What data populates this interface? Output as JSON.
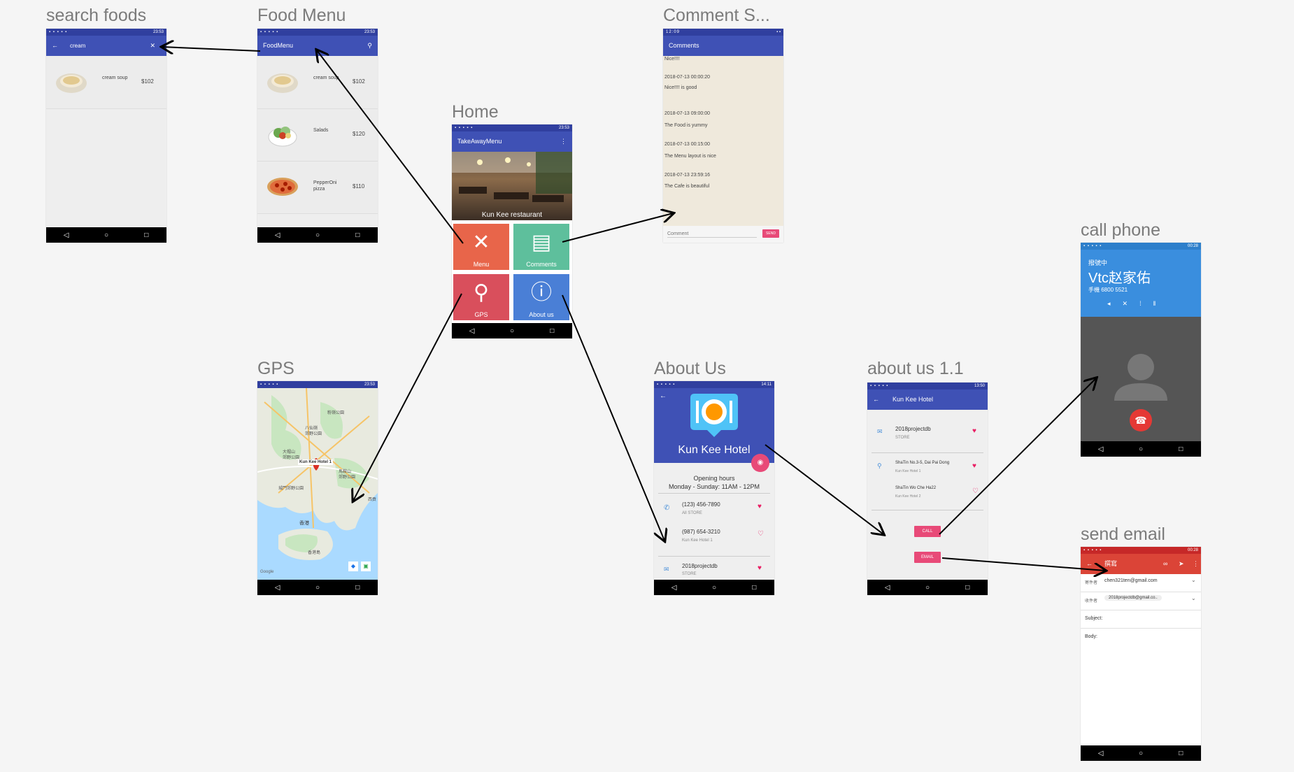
{
  "frames": {
    "search_foods": "search foods",
    "food_menu": "Food Menu",
    "home": "Home",
    "comment": "Comment S...",
    "call_phone": "call phone",
    "gps": "GPS",
    "about_us": "About Us",
    "about_us_11": "about us 1.1",
    "send_email": "send email"
  },
  "status": {
    "time_2353": "23:53",
    "time_1209": "12:09",
    "time_1411": "14:11",
    "time_1350": "13:50",
    "time_0028": "00:28"
  },
  "search": {
    "query": "cream",
    "item": {
      "name": "cream soup",
      "price": "$102"
    }
  },
  "food_menu": {
    "title": "FoodMenu",
    "items": [
      {
        "name": "cream soup",
        "price": "$102"
      },
      {
        "name": "Salads",
        "price": "$120"
      },
      {
        "name": "PepperOni pizza",
        "price": "$110"
      }
    ]
  },
  "home": {
    "title": "TakeAwayMenu",
    "banner": "Kun Kee restaurant",
    "tiles": [
      "Menu",
      "Comments",
      "GPS",
      "About us"
    ]
  },
  "comments": {
    "title": "Comments",
    "entries": [
      {
        "date": "",
        "text": "Nice!!!!"
      },
      {
        "date": "2018-07-13 00:00:20",
        "text": "Nice!!!! is good"
      },
      {
        "date": "2018-07-13 09:00:00",
        "text": "The Food is yummy"
      },
      {
        "date": "2018-07-13 00:15:00",
        "text": "The Menu layout is nice"
      },
      {
        "date": "2018-07-13 23:59:16",
        "text": "The Cafe is beautiful"
      }
    ],
    "placeholder": "Comment",
    "send": "SEND"
  },
  "call": {
    "status": "撥號中",
    "name": "Vtc赵家佑",
    "number": "手機 6800 5521"
  },
  "gps": {
    "marker": "Kun Kee Hotel 1",
    "labels": [
      "粉嶺公園",
      "八仙嶺",
      "郊野公園",
      "大帽山",
      "郊野公園",
      "馬鞍山",
      "郊野公園",
      "城門郊野公園",
      "西貢",
      "香港",
      "香港島",
      "Google"
    ]
  },
  "about": {
    "hotel": "Kun Kee Hotel",
    "hours_label": "Opening hours",
    "hours": "Monday - Sunday: 11AM - 12PM",
    "contacts": [
      {
        "main": "(123) 456-7890",
        "sub": "All STORE"
      },
      {
        "main": "(987) 654-3210",
        "sub": "Kun Kee Hotel 1"
      },
      {
        "main": "2018projectdb",
        "sub": "STORE"
      }
    ]
  },
  "about11": {
    "title": "Kun Kee Hotel",
    "email": {
      "main": "2018projectdb",
      "sub": "STORE"
    },
    "loc1": {
      "main": "ShaTin No.3-5, Dai Pai Dong",
      "sub": "Kun Kee Hotel 1"
    },
    "loc2": {
      "main": "ShaTin Wo Che Ha22",
      "sub": "Kun Kee Hotel 2"
    },
    "call": "CALL",
    "email_btn": "EMAIL"
  },
  "email": {
    "title": "撰寫",
    "from_label": "寄件者",
    "from": "chen321ten@gmail.com",
    "to_label": "收件者",
    "to": "2018projectdb@gmail.co..",
    "subject": "Subject:",
    "body": "Body:"
  },
  "colors": {
    "primary": "#3f51b5",
    "status": "#303f9f",
    "accent": "#e84a78",
    "tile_menu": "#e8654a",
    "tile_comments": "#5ebf9c",
    "tile_gps": "#d94f5c",
    "tile_about": "#4a7fd6"
  }
}
